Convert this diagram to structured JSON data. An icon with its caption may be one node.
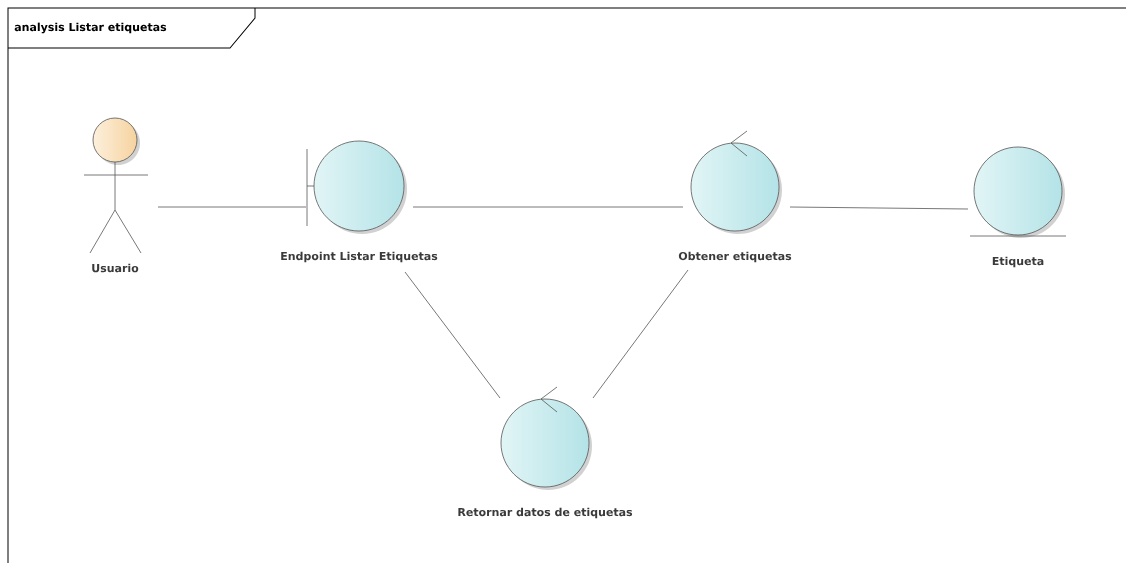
{
  "diagram": {
    "title": "analysis Listar etiquetas",
    "nodes": [
      {
        "text": [
          "Usuario"
        ]
      },
      {
        "text": [
          "Endpoint Listar Etiquetas"
        ]
      },
      {
        "text": [
          "Obtener etiquetas"
        ]
      },
      {
        "text": [
          "Etiqueta"
        ]
      },
      {
        "text": [
          "Retornar datos de etiquetas"
        ]
      }
    ],
    "edges": [
      {
        "from": 0,
        "to": 1,
        "arrow": "none"
      },
      {
        "from": 1,
        "to": 2,
        "arrow": "none"
      },
      {
        "from": 2,
        "to": 3,
        "arrow": "none"
      },
      {
        "from": 1,
        "to": 4,
        "arrow": "none"
      },
      {
        "from": 2,
        "to": 4,
        "arrow": "none"
      }
    ]
  }
}
